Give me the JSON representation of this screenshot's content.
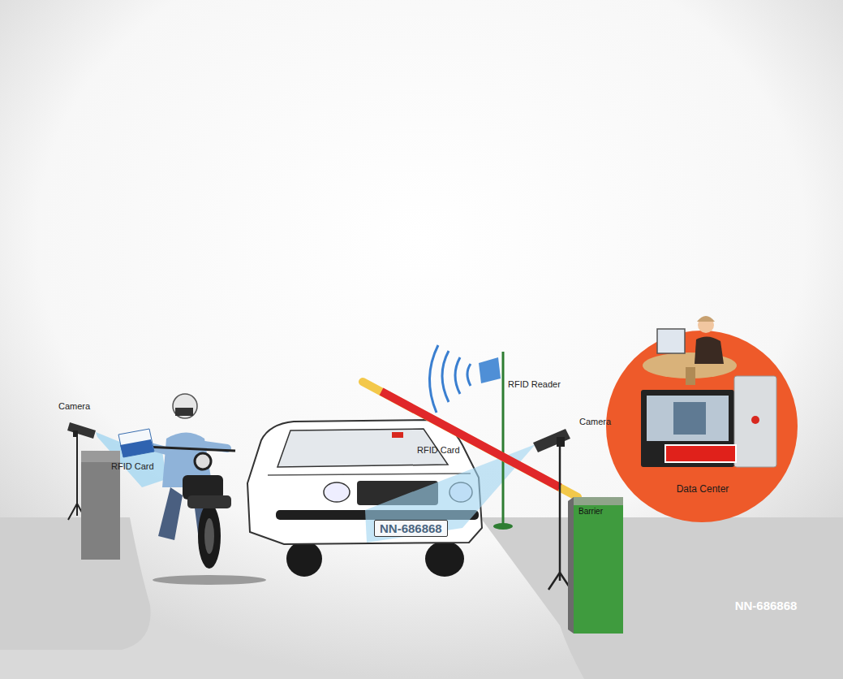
{
  "diagram": {
    "nodes": [
      {
        "text": [
          "NN-686868"
        ]
      },
      {
        "text": [
          "Barrier"
        ]
      },
      {
        "text": [
          "Data Center"
        ]
      },
      {
        "text": [
          "NN-686868"
        ],
        "in": 2
      }
    ],
    "labels": [
      "Camera",
      "RFID Card",
      "RFID Card",
      "RFID Reader",
      "Camera"
    ]
  }
}
